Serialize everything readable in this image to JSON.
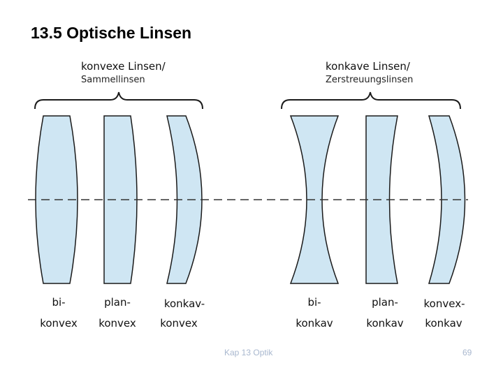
{
  "title": "13.5 Optische Linsen",
  "groups": {
    "convex": {
      "line1": "konvexe Linsen/",
      "line2": "Sammellinsen"
    },
    "concave": {
      "line1": "konkave Linsen/",
      "line2": "Zerstreuungslinsen"
    }
  },
  "lenses": [
    {
      "line1": "bi-",
      "line2": "konvex"
    },
    {
      "line1": "plan-",
      "line2": "konvex"
    },
    {
      "line1": "konkav-",
      "line2": "konvex"
    },
    {
      "line1": "bi-",
      "line2": "konkav"
    },
    {
      "line1": "plan-",
      "line2": "konkav"
    },
    {
      "line1": "konvex-",
      "line2": "konkav"
    }
  ],
  "colors": {
    "lens_fill": "#cfe6f3",
    "lens_stroke": "#1a1a1a",
    "axis": "#333333"
  },
  "footer": {
    "chapter": "Kap 13 Optik",
    "page": "69"
  }
}
